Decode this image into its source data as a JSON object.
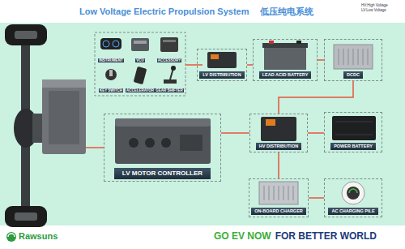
{
  "diagram": {
    "title": "Low Voltage Electric Propulsion System",
    "nodes": [
      {
        "text": [
          "INSTRUMENT"
        ]
      },
      {
        "text": [
          "VCU"
        ]
      },
      {
        "text": [
          "ACCESSORY"
        ]
      },
      {
        "text": [
          "KEY SWITCH"
        ]
      },
      {
        "text": [
          "ACCELERATOR"
        ]
      },
      {
        "text": [
          "GEAR SHIFTER"
        ]
      },
      {
        "text": [
          "LV DISTRIBUTION"
        ]
      },
      {
        "text": [
          "LEAD ACID BATTERY"
        ]
      },
      {
        "text": [
          "DCDC"
        ]
      },
      {
        "text": [
          "LV MOTOR CONTROLLER"
        ]
      },
      {
        "text": [
          "HV DISTRIBUTION"
        ]
      },
      {
        "text": [
          "POWER BATTERY"
        ]
      },
      {
        "text": [
          "ON-BOARD CHARGER"
        ]
      },
      {
        "text": [
          "AC CHARGING PILE"
        ]
      }
    ],
    "edges": [
      {
        "from": 6,
        "to": 7,
        "arrow": "none"
      },
      {
        "from": 7,
        "to": 8,
        "arrow": "none"
      },
      {
        "from": 8,
        "to": 10,
        "arrow": "none"
      },
      {
        "from": 10,
        "to": 11,
        "arrow": "none"
      },
      {
        "from": 10,
        "to": 9,
        "arrow": "none"
      },
      {
        "from": 10,
        "to": 12,
        "arrow": "none"
      },
      {
        "from": 12,
        "to": 13,
        "arrow": "none"
      }
    ],
    "labels": [
      "低压纯电系统",
      "HV:High Voltage",
      "LV:Low Voltage",
      "Rawsuns",
      "GO EV NOW",
      "FOR BETTER WORLD"
    ]
  }
}
